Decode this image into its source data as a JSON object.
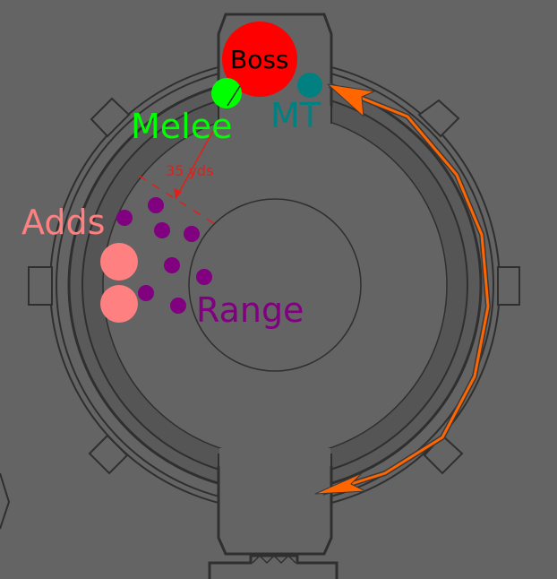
{
  "labels": {
    "boss": "Boss",
    "melee": "Melee",
    "mt": "MT",
    "adds": "Adds",
    "range": "Range",
    "distance": "35 yds"
  },
  "colors": {
    "background": "#646464",
    "outline": "#2f2f2f",
    "ring_fill": "#555555",
    "boss": "#ff0000",
    "melee": "#00ff00",
    "mt": "#008080",
    "adds": "#ff8080",
    "range": "#800080",
    "distance_marker": "#e0201a",
    "movement_arrow": "#ff6600"
  },
  "markers": {
    "range_count": 8,
    "adds_count": 2
  },
  "icons": {
    "movement": "curved-arrow-icon"
  }
}
